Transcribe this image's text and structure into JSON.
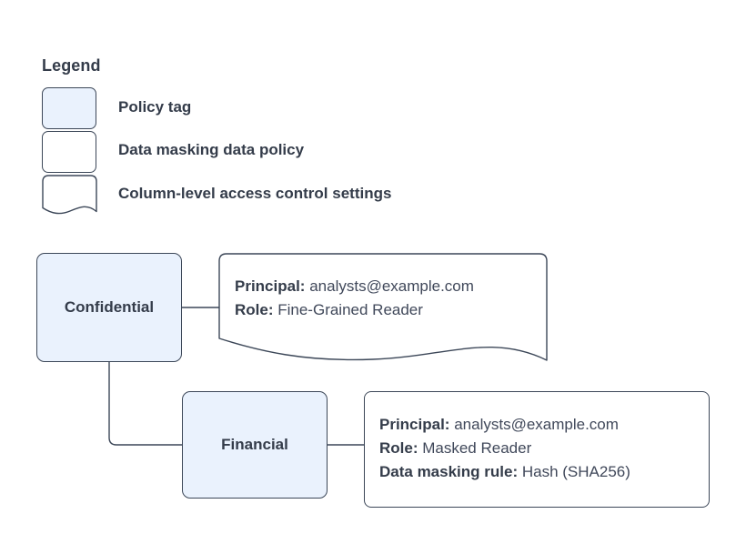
{
  "legend": {
    "title": "Legend",
    "items": [
      {
        "label": "Policy tag",
        "shape": "rounded-rect-filled",
        "fill": "#eaf2fd"
      },
      {
        "label": "Data masking data policy",
        "shape": "rounded-rect",
        "fill": "#ffffff"
      },
      {
        "label": "Column-level access control settings",
        "shape": "document-wavy-bottom",
        "fill": "#ffffff"
      }
    ]
  },
  "diagram": {
    "nodes": [
      {
        "id": "confidential",
        "label": "Confidential",
        "type": "policy-tag"
      },
      {
        "id": "financial",
        "label": "Financial",
        "type": "policy-tag"
      }
    ],
    "callouts": [
      {
        "id": "confidential-access-settings",
        "shape": "document-wavy-bottom",
        "lines": [
          {
            "key": "Principal:",
            "value": "analysts@example.com"
          },
          {
            "key": "Role:",
            "value": "Fine-Grained Reader"
          }
        ]
      },
      {
        "id": "financial-masking-policy",
        "shape": "rounded-rect",
        "lines": [
          {
            "key": "Principal:",
            "value": "analysts@example.com"
          },
          {
            "key": "Role:",
            "value": "Masked Reader"
          },
          {
            "key": "Data masking rule:",
            "value": "Hash (SHA256)"
          }
        ]
      }
    ],
    "edges": [
      {
        "from": "confidential",
        "to": "confidential-access-settings"
      },
      {
        "from": "confidential",
        "to": "financial"
      },
      {
        "from": "financial",
        "to": "financial-masking-policy"
      }
    ]
  },
  "colors": {
    "node_fill": "#eaf2fd",
    "stroke": "#3c4758",
    "text": "#343c4a",
    "value_text": "#40485a",
    "background": "#ffffff"
  }
}
